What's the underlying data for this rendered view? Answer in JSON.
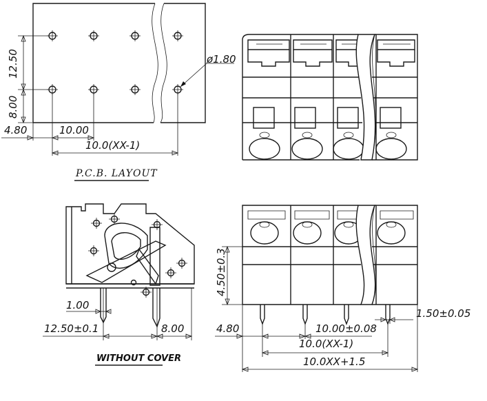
{
  "labels": {
    "pcb_title": "P.C.B. LAYOUT",
    "cover_title": "WITHOUT COVER",
    "pcb_12_50": "12.50",
    "pcb_8_00": "8.00",
    "pcb_4_80": "4.80",
    "pcb_10_00": "10.00",
    "pcb_10_0_xx1": "10.0(XX-1)",
    "pcb_hole_dia": "ø1.80",
    "side_1_00": "1.00",
    "side_12_50": "12.50±0.1",
    "side_8_00": "8.00",
    "front_4_50": "4.50±0.3",
    "front_4_80": "4.80",
    "front_10_00": "10.00±0.08",
    "front_1_50": "1.50±0.05",
    "front_10_0_xx1": "10.0(XX-1)",
    "front_10_0xx": "10.0XX+1.5"
  }
}
